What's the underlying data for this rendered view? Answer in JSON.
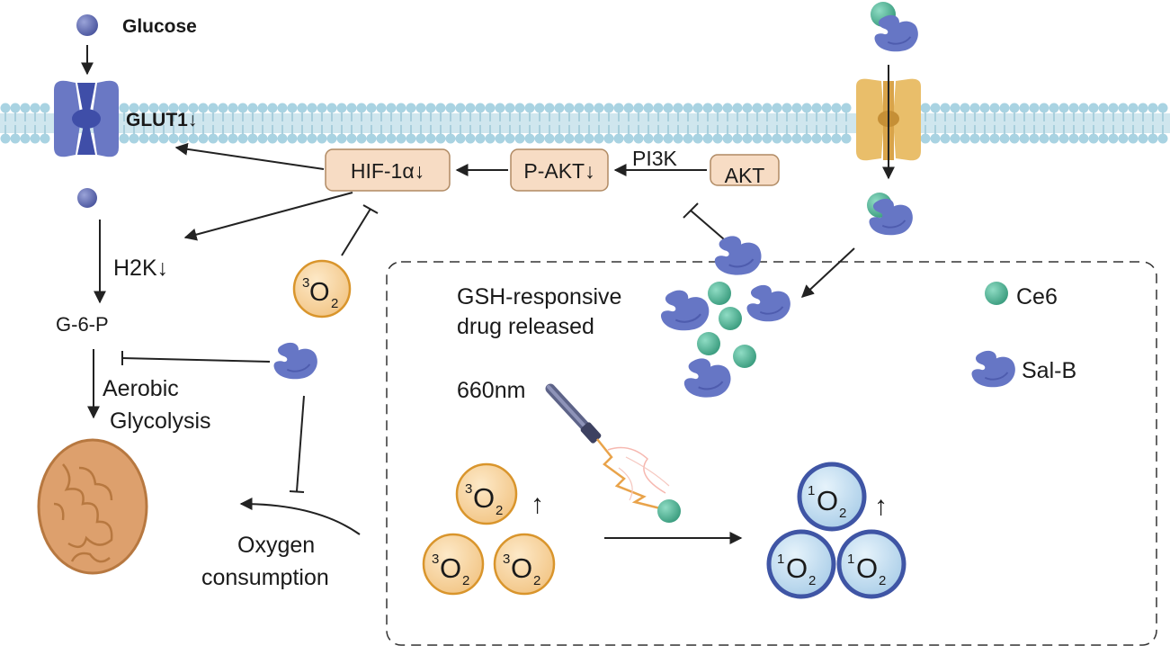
{
  "labels": {
    "glucose": "Glucose",
    "glut1": "GLUT1↓",
    "hif": "HIF-1α↓",
    "pakt": "P-AKT↓",
    "pi3k": "PI3K",
    "akt": "AKT",
    "h2k": "H2K↓",
    "g6p": "G-6-P",
    "aerobic": "Aerobic",
    "glycolysis": "Glycolysis",
    "oxygen": "Oxygen",
    "consumption": "consumption",
    "gsh_line1": "GSH-responsive",
    "gsh_line2": "drug released",
    "wavelength": "660nm",
    "legend_ce6": "Ce6",
    "legend_salb": "Sal-B",
    "triplet_sup": "3",
    "singlet_sup": "1",
    "o_letter": "O",
    "sub_two": "2",
    "up_arrow": "↑"
  },
  "colors": {
    "membrane_head": "#a9d3e2",
    "membrane_tail": "#cfe6ee",
    "receptor": "#6a78c4",
    "receptor_dark": "#3f4ea8",
    "box_fill": "#f7dcc4",
    "box_stroke": "#b08a63",
    "ce6": "#52b89a",
    "salb": "#6676c5",
    "triplet_fill": "#f9d9a6",
    "triplet_stroke": "#d9952c",
    "singlet_fill": "#cfe7f6",
    "singlet_stroke": "#3f55a5",
    "mito_fill": "#dda06d",
    "mito_stroke": "#b77840",
    "channel": "#e9be6a"
  }
}
